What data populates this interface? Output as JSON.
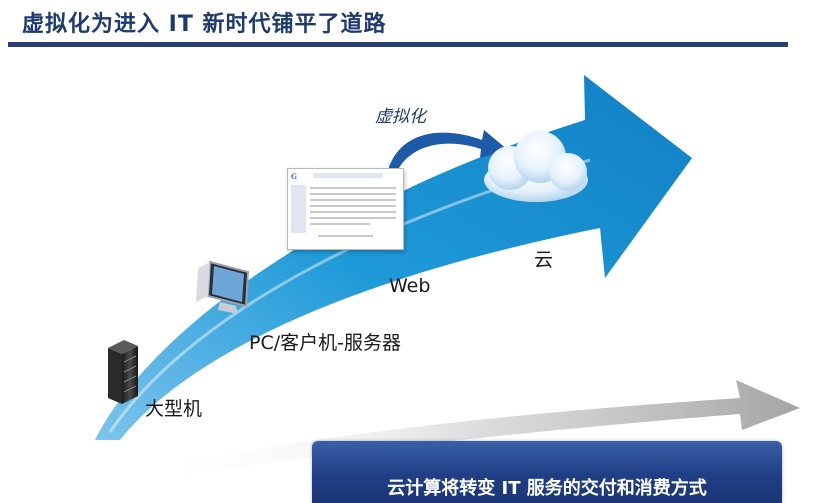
{
  "title": "虚拟化为进入 IT 新时代铺平了道路",
  "labels": {
    "virtualization": "虚拟化",
    "cloud": "云",
    "web": "Web",
    "pc_client_server": "PC/客户机-服务器",
    "mainframe": "大型机"
  },
  "banner": {
    "text": "云计算将转变 IT 服务的交付和消费方式"
  },
  "colors": {
    "title": "#1f3a6e",
    "title_rule": "#2a3f73",
    "arrow": "#1a96d6",
    "banner": "#203f86"
  },
  "icons": [
    "server-rack-icon",
    "monitor-icon",
    "web-page-icon",
    "cloud-icon",
    "curved-arrow-icon"
  ]
}
